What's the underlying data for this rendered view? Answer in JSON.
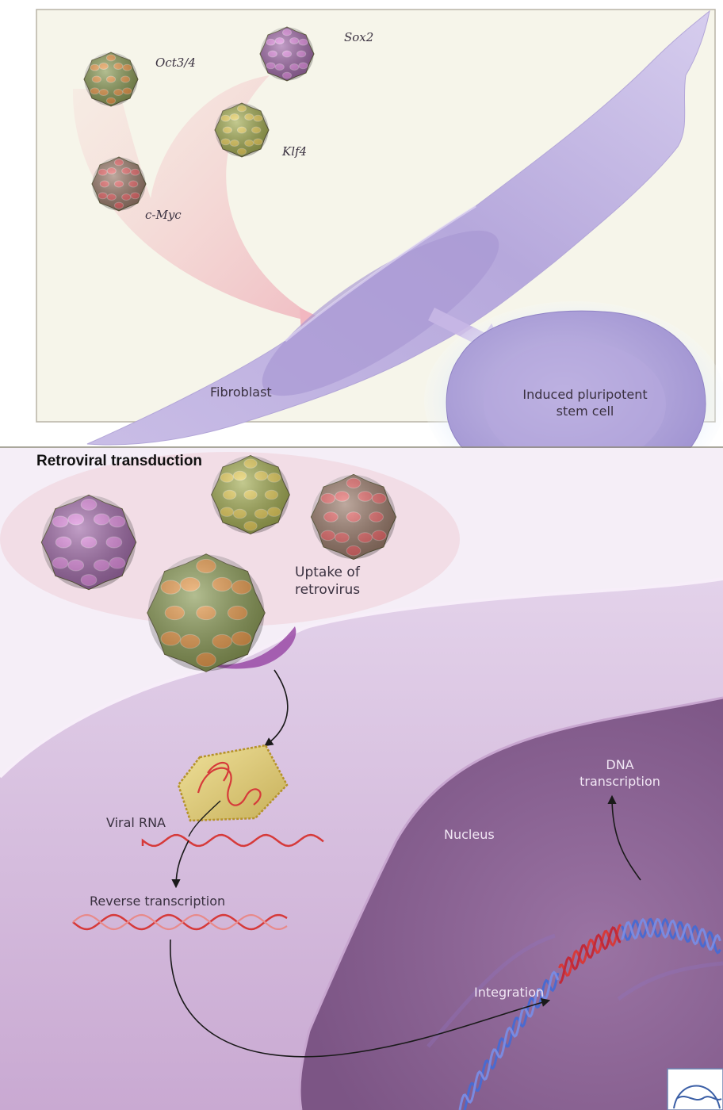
{
  "top_panel": {
    "factors": {
      "oct": "Oct3/4",
      "sox": "Sox2",
      "klf": "Klf4",
      "myc": "c-Myc"
    },
    "fibroblast": "Fibroblast",
    "ipsc_line1": "Induced pluripotent",
    "ipsc_line2": "stem cell"
  },
  "bottom_panel": {
    "title": "Retroviral transduction",
    "uptake_line1": "Uptake of",
    "uptake_line2": "retrovirus",
    "viral_rna": "Viral RNA",
    "reverse_transcription": "Reverse transcription",
    "nucleus": "Nucleus",
    "dna_line1": "DNA",
    "dna_line2": "transcription",
    "integration": "Integration"
  },
  "colors": {
    "oct_body": "#8a9a55",
    "oct_spot": "#e89a4a",
    "sox_body": "#a06aa8",
    "sox_spot": "#e08ce0",
    "klf_body": "#a3ac52",
    "klf_spot": "#e8d05a",
    "myc_body": "#9a7a6a",
    "myc_spot": "#e86a6a",
    "cytoplasm": "#d8c3e0",
    "nucleus": "#8e6a96",
    "rna": "#d63a3a",
    "dna_blue": "#4a6ad0"
  }
}
